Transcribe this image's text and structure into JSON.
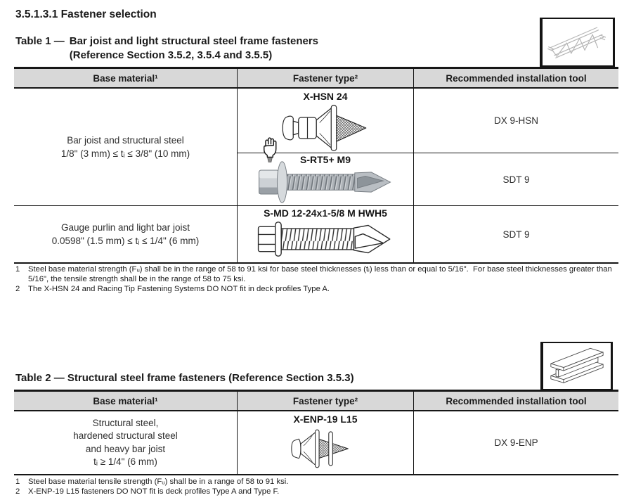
{
  "page": {
    "heading": "3.5.1.3.1 Fastener selection"
  },
  "colors": {
    "header_bg": "#d8d8d8",
    "table_border": "#161616",
    "page_bg": "#ffffff"
  },
  "illustrations": {
    "top_right": "bar-joist-truss-illustration",
    "mid_right": "steel-i-beam-illustration",
    "cursor": "hand-pointer-cursor"
  },
  "table1": {
    "caption_label": "Table 1 —",
    "caption_line1": "Bar joist and light structural steel frame fasteners",
    "caption_line2": "(Reference Section 3.5.2, 3.5.4 and 3.5.5)",
    "columns": [
      "Base material¹",
      "Fastener type²",
      "Recommended installation tool"
    ],
    "base_materials": [
      {
        "line1": "Bar joist and structural steel",
        "line2": "1/8\" (3 mm) ≤ tᵢ ≤ 3/8\" (10 mm)"
      },
      {
        "line1": "Gauge purlin and light bar joist",
        "line2": "0.0598\" (1.5 mm) ≤ tᵢ ≤ 1/4\" (6 mm)"
      }
    ],
    "fasteners": [
      {
        "name": "X-HSN 24",
        "tool": "DX 9-HSN"
      },
      {
        "name": "S-RT5+ M9",
        "tool": "SDT 9"
      },
      {
        "name": "S-MD 12-24x1-5/8 M HWH5",
        "tool": "SDT 9"
      }
    ],
    "footnotes": [
      {
        "num": "1",
        "text": "Steel base material strength (Fᵤ) shall be in the range of 58 to 91 ksi for base steel thicknesses (tᵢ) less than or equal to 5/16\".  For base steel thicknesses greater than 5/16\", the tensile strength shall be in the range of 58 to 75 ksi."
      },
      {
        "num": "2",
        "text": "The X-HSN 24 and Racing Tip Fastening Systems DO NOT fit in deck profiles Type A."
      }
    ]
  },
  "table2": {
    "caption": "Table 2 — Structural steel frame fasteners (Reference Section 3.5.3)",
    "columns": [
      "Base material¹",
      "Fastener type²",
      "Recommended installation tool"
    ],
    "base_material": {
      "line1": "Structural steel,",
      "line2": "hardened structural steel",
      "line3": "and heavy bar joist",
      "line4": "tᵢ ≥ 1/4\" (6 mm)"
    },
    "fastener": {
      "name": "X-ENP-19 L15",
      "tool": "DX 9-ENP"
    },
    "footnotes": [
      {
        "num": "1",
        "text": "Steel base material tensile strength (Fᵤ) shall be in a range of 58 to 91 ksi."
      },
      {
        "num": "2",
        "text": "X-ENP-19 L15 fasteners DO NOT fit is deck profiles Type A and Type F."
      }
    ]
  }
}
